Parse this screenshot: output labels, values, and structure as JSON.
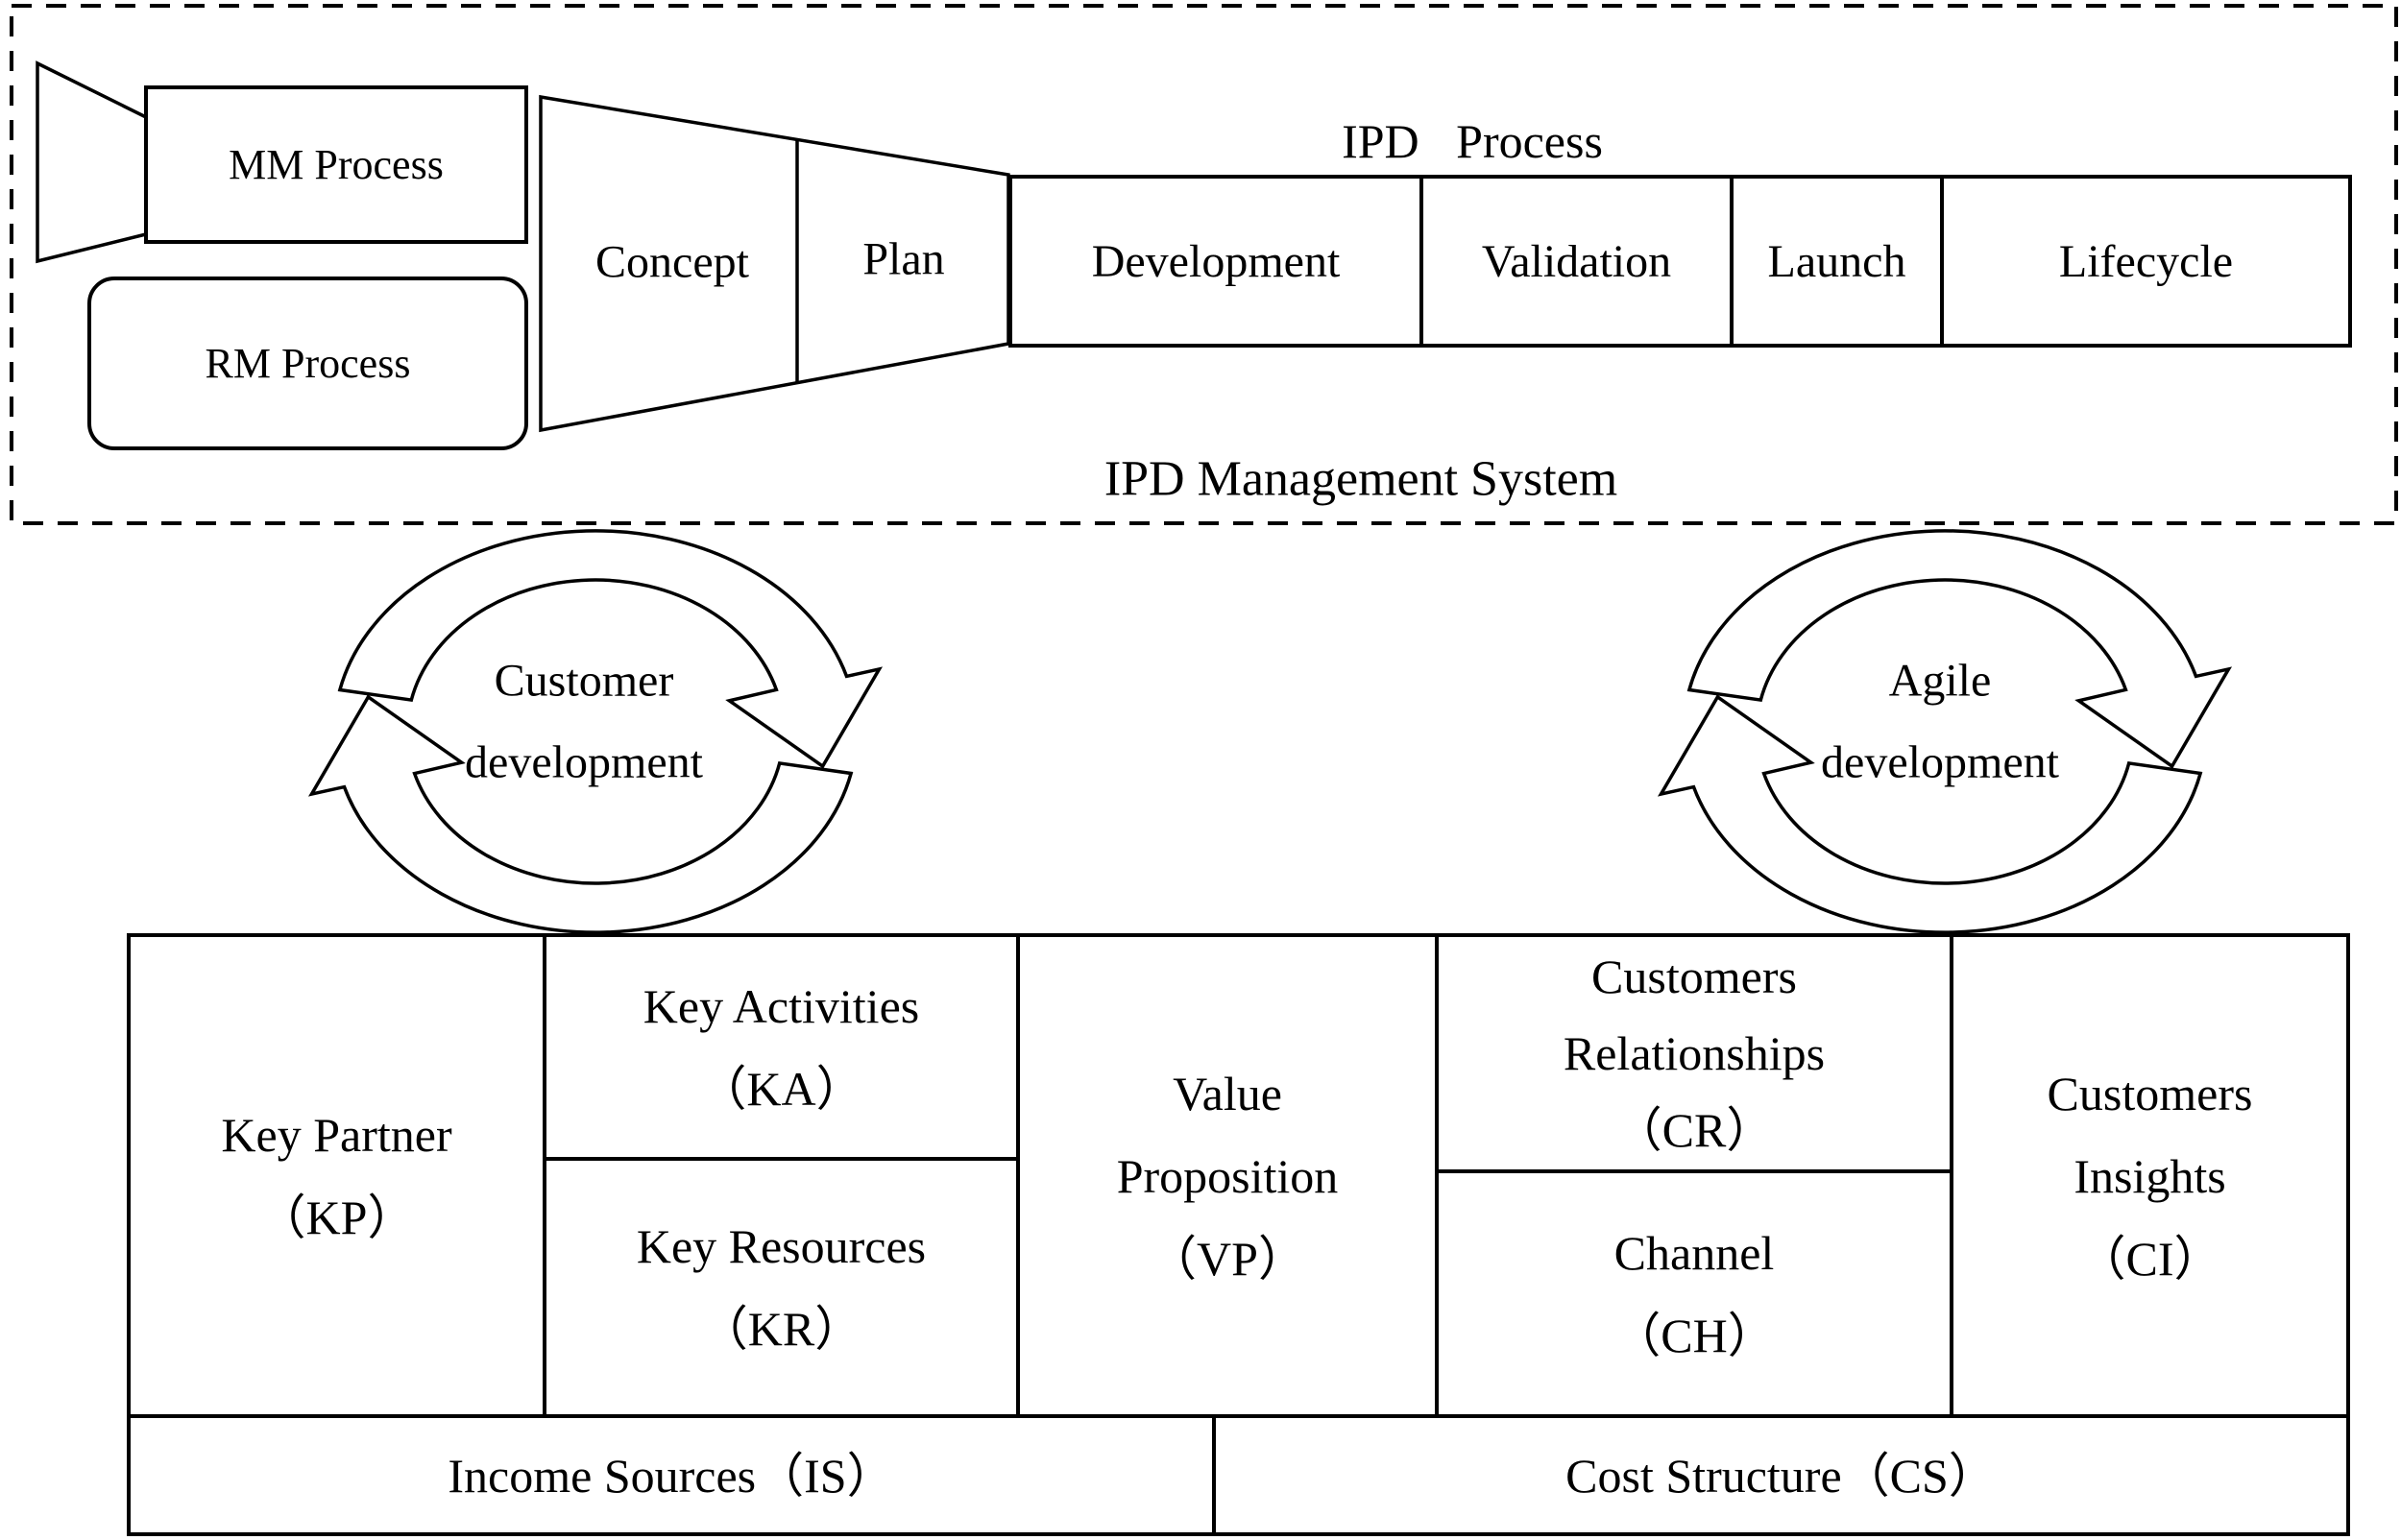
{
  "figure": {
    "type": "business-model-diagram",
    "accent_color": "#000000",
    "background_color": "#ffffff"
  },
  "ipd_system": {
    "mm_process": "MM Process",
    "rm_process": "RM Process",
    "funnel": {
      "concept": "Concept",
      "plan": "Plan"
    },
    "process_label": "IPD  Process",
    "phases": [
      "Development",
      "Validation",
      "Launch",
      "Lifecycle"
    ],
    "system_label": "IPD Management System"
  },
  "cycles": [
    {
      "line1": "Customer",
      "line2": "development",
      "icon": "circular-arrows-clockwise"
    },
    {
      "line1": "Agile",
      "line2": "development",
      "icon": "circular-arrows-clockwise"
    }
  ],
  "canvas": {
    "key_partner": {
      "line1": "Key Partner",
      "line2": "（KP）"
    },
    "key_activities": {
      "line1": "Key Activities",
      "line2": "（KA）"
    },
    "key_resources": {
      "line1": "Key Resources",
      "line2": "（KR）"
    },
    "value_proposition": {
      "line1": "Value",
      "line2": "Proposition",
      "line3": "（VP）"
    },
    "customer_relationships": {
      "line1": "Customers",
      "line2": "Relationships",
      "line3": "（CR）"
    },
    "channel": {
      "line1": "Channel",
      "line2": "（CH）"
    },
    "customer_insights": {
      "line1": "Customers",
      "line2": "Insights",
      "line3": "（CI）"
    },
    "income_sources": {
      "label": "Income Sources（IS）"
    },
    "cost_structure": {
      "label": "Cost Structure（CS）"
    }
  }
}
